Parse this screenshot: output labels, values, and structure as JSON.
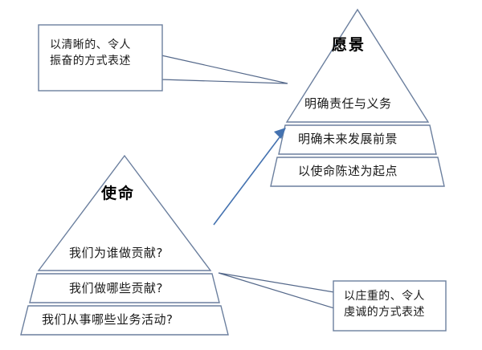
{
  "diagram": {
    "type": "two-pyramid-comparison",
    "background_color": "#ffffff",
    "stroke_color": "#6b7f9e",
    "arrow_color": "#4472b0",
    "text_color": "#1a1a1a"
  },
  "vision_pyramid": {
    "title": "愿景",
    "tiers": [
      {
        "label": "明确责任与义务"
      },
      {
        "label": "明确未来发展前景"
      },
      {
        "label": "以使命陈述为起点"
      }
    ]
  },
  "mission_pyramid": {
    "title": "使命",
    "tiers": [
      {
        "label": "我们为谁做贡献?"
      },
      {
        "label": "我们做哪些贡献?"
      },
      {
        "label": "我们从事哪些业务活动?"
      }
    ]
  },
  "callouts": [
    {
      "id": "vision-callout",
      "text": "以清晰的、令人\n振奋的方式表述"
    },
    {
      "id": "mission-callout",
      "text": "以庄重的、令人\n虔诚的方式表述"
    }
  ],
  "connector": {
    "name": "mission-to-vision-arrow",
    "direction": "up-right"
  }
}
